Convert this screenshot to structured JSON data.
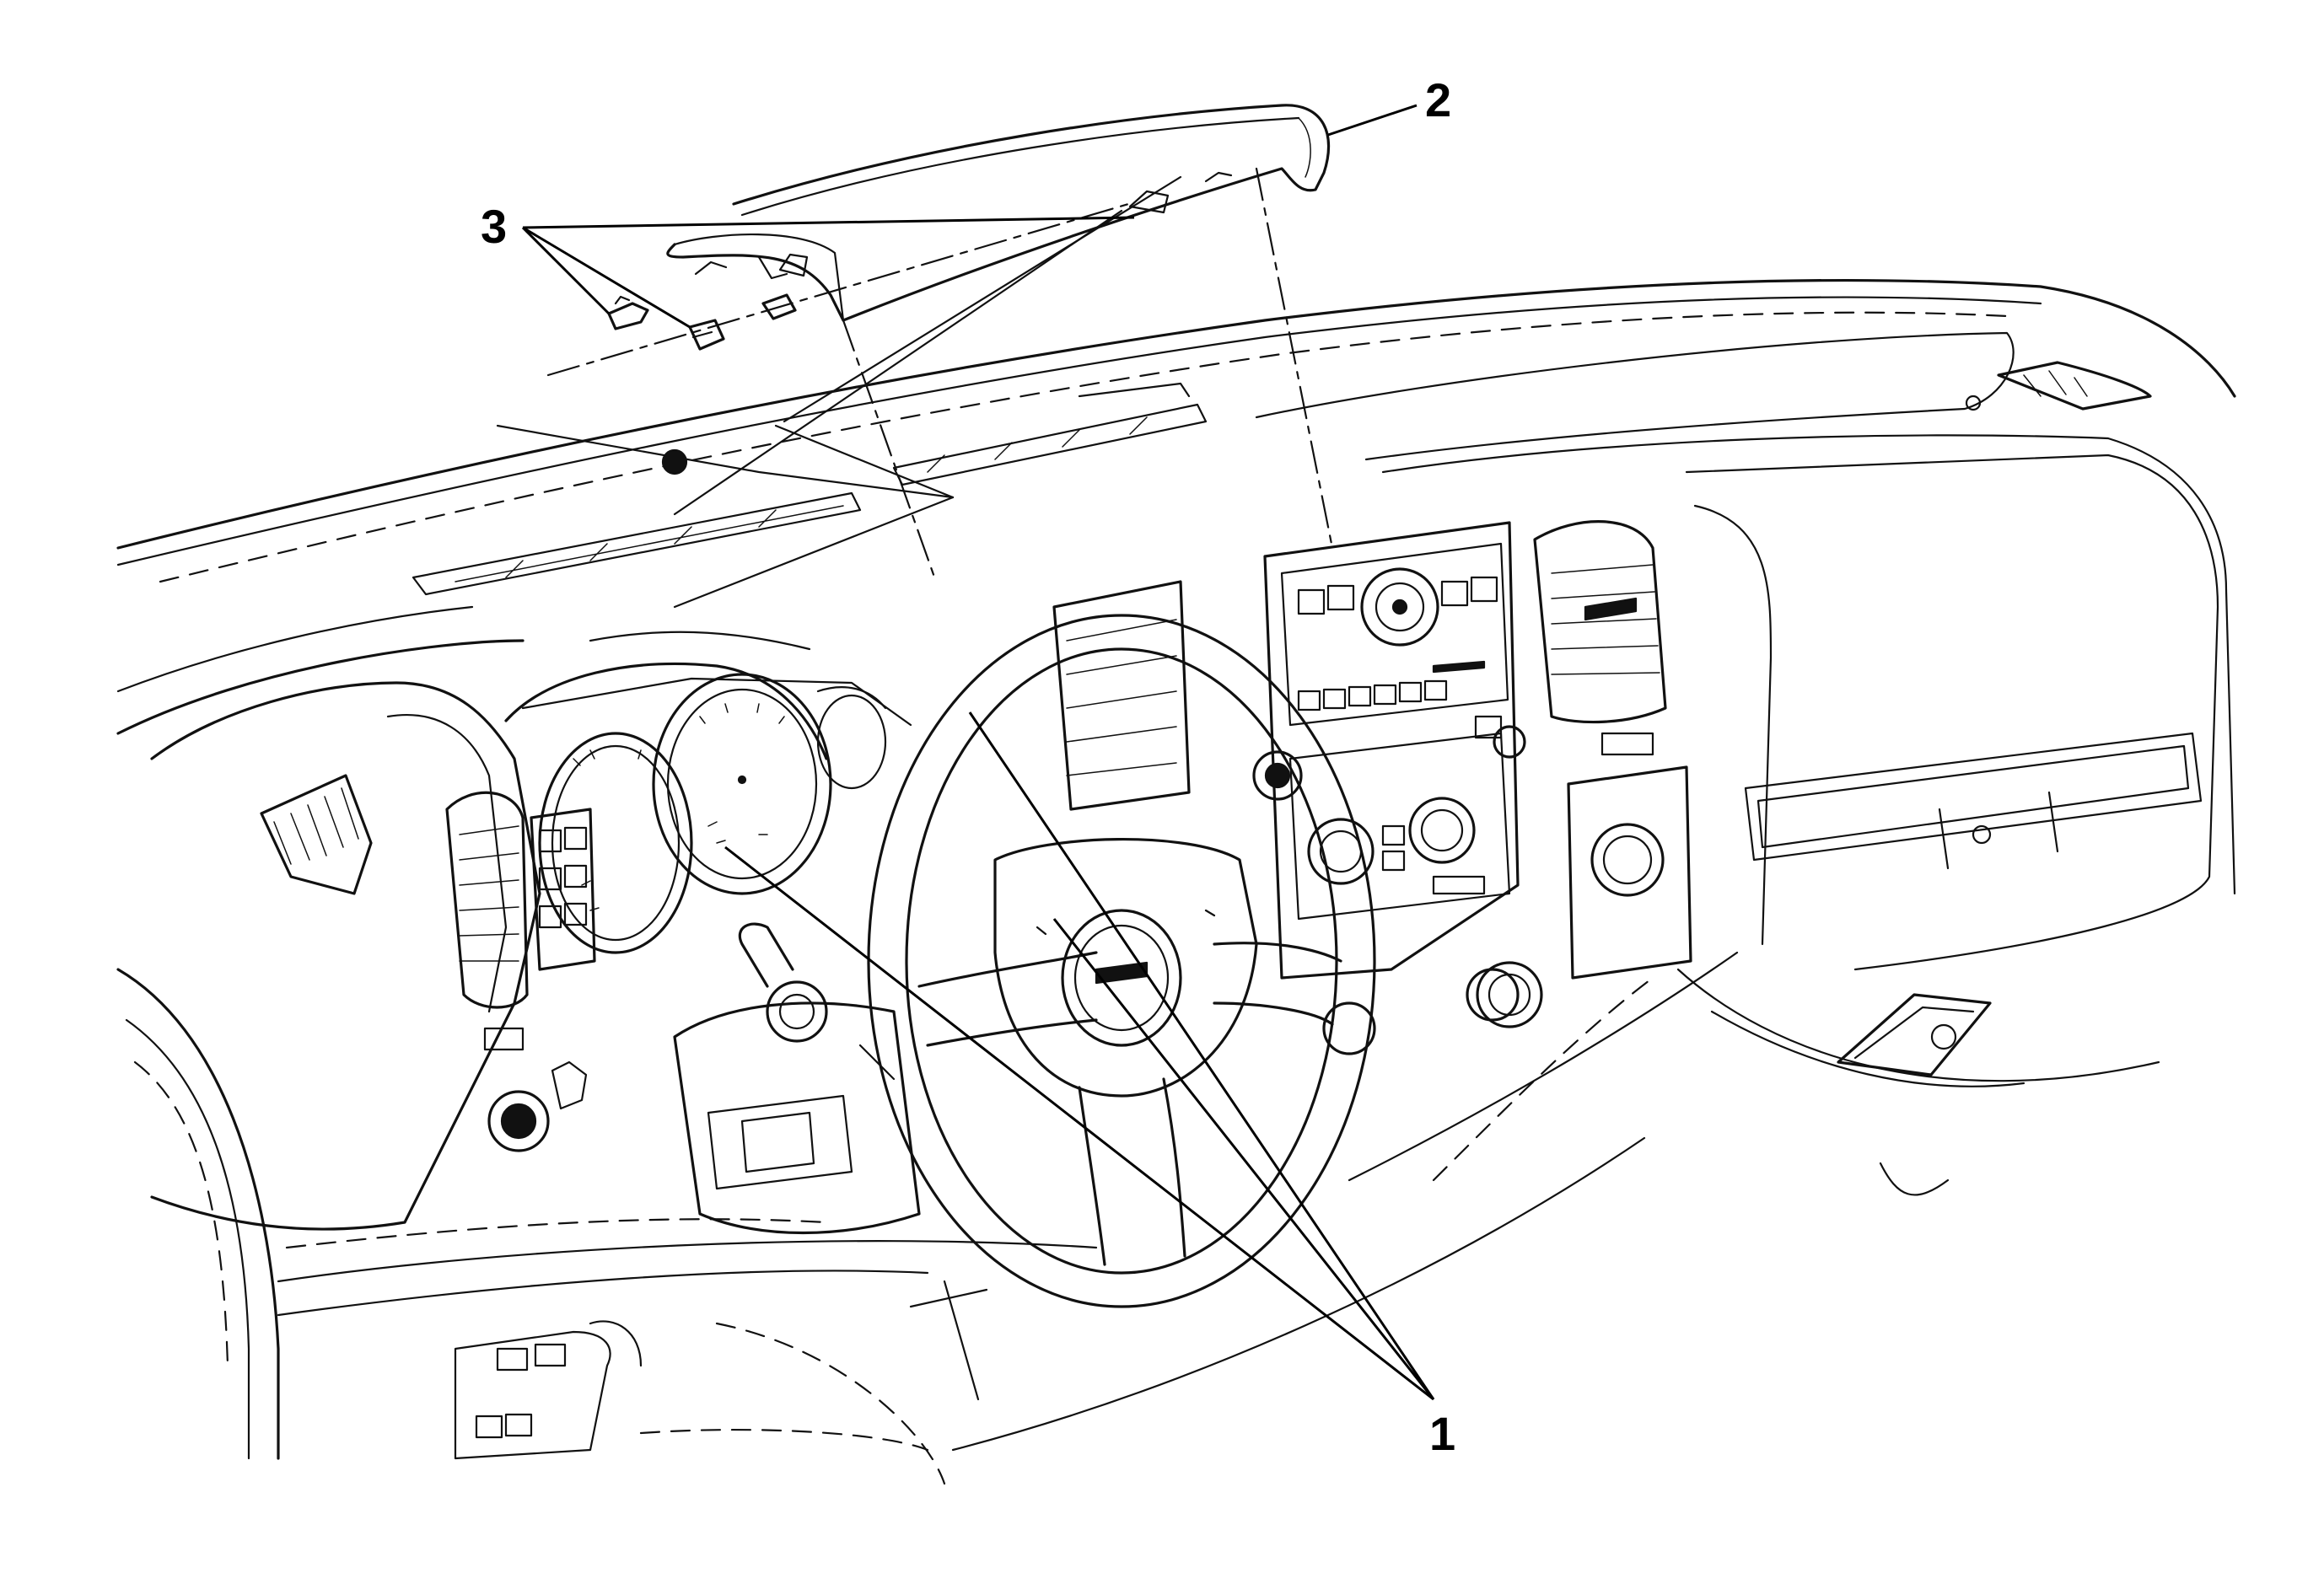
{
  "callouts": [
    {
      "id": "callout-1",
      "label": "1"
    },
    {
      "id": "callout-2",
      "label": "2"
    },
    {
      "id": "callout-3",
      "label": "3"
    }
  ],
  "colors": {
    "line": "#111111",
    "background": "#ffffff"
  }
}
